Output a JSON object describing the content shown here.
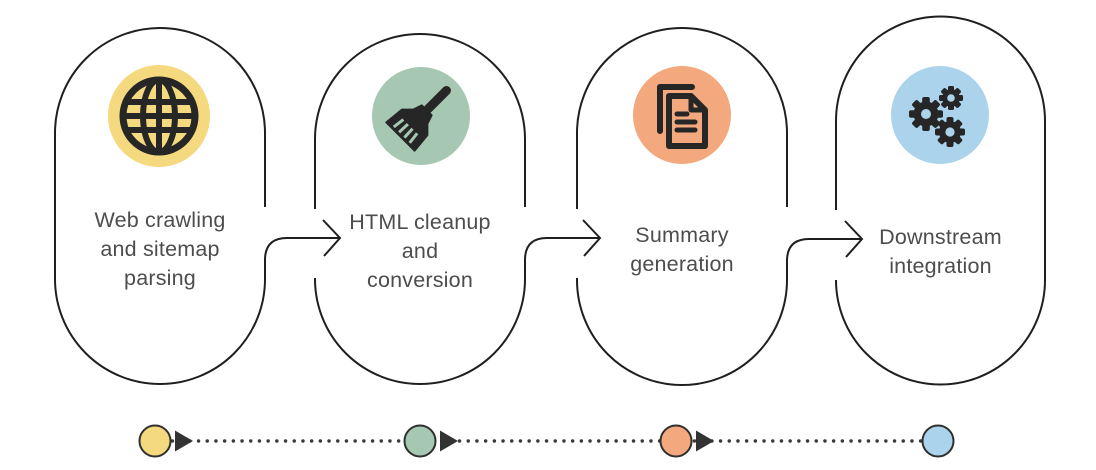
{
  "diagram": {
    "stages": [
      {
        "label": "Web crawling\nand sitemap\nparsing",
        "icon": "globe-icon",
        "color": "#F5D97E"
      },
      {
        "label": "HTML cleanup\nand\nconversion",
        "icon": "broom-icon",
        "color": "#A6C7B1"
      },
      {
        "label": "Summary\ngeneration",
        "icon": "documents-icon",
        "color": "#F4A87D"
      },
      {
        "label": "Downstream\nintegration",
        "icon": "gears-icon",
        "color": "#ABD4EC"
      }
    ],
    "outline_color": "#1f1f1f",
    "icon_glyph_color": "#262626",
    "text_color": "#4d4d4d",
    "timeline": {
      "dot_color": "#3a3a3a",
      "marker_outline": "#2f2f2f",
      "arrow_color": "#333333",
      "marker_colors": [
        "#F5D97E",
        "#A6C7B1",
        "#F4A87D",
        "#ABD4EC"
      ]
    }
  }
}
